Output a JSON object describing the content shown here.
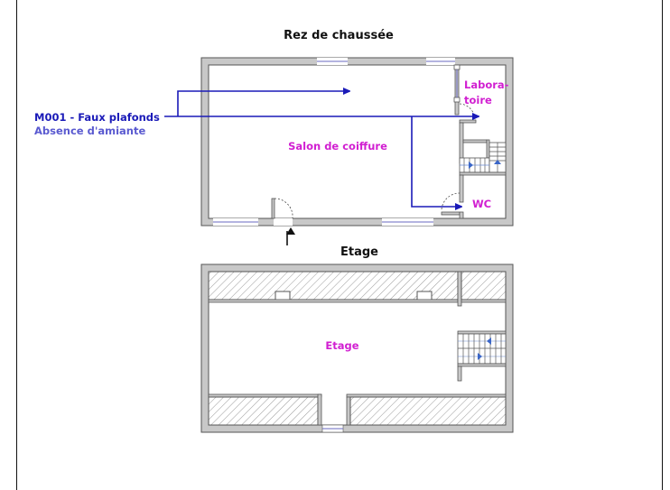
{
  "floors": {
    "ground": {
      "title": "Rez de chaussée",
      "rooms": {
        "salon": "Salon de coiffure",
        "lab_line1": "Labora-",
        "lab_line2": "toire",
        "wc": "WC"
      }
    },
    "upper": {
      "title": "Etage",
      "rooms": {
        "etage": "Etage"
      }
    }
  },
  "legend": {
    "material": "M001 - Faux plafonds",
    "result": "Absence d'amiante"
  },
  "colors": {
    "arrow": "#1a1ab8",
    "room_label": "#d11fd1",
    "wall_fill": "#c8c8c8",
    "wall_stroke": "#555555",
    "stair_arrow": "#3a66c8"
  }
}
